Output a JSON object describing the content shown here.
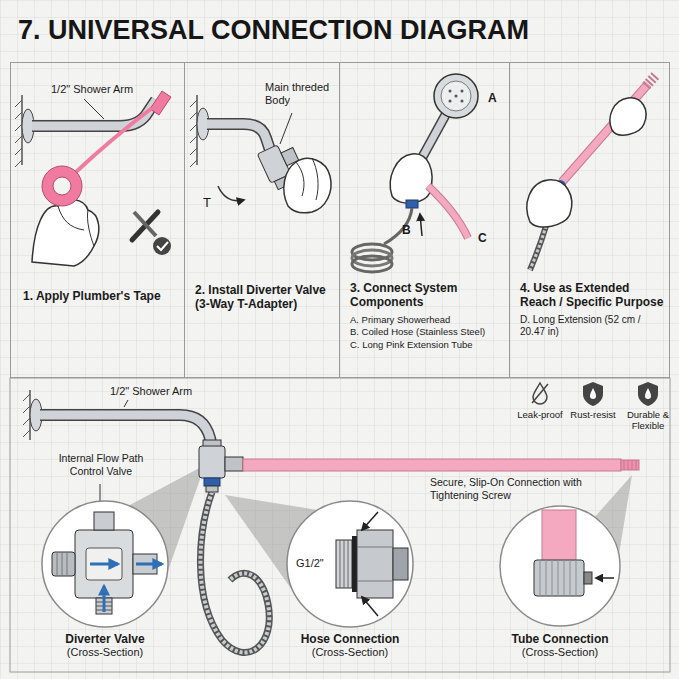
{
  "diagram": {
    "title": "7. UNIVERSAL CONNECTION DIAGRAM",
    "nodes": [
      {
        "text": [
          "1/2\" Shower Arm",
          "1. Apply Plumber's Tape"
        ]
      },
      {
        "text": [
          "Main threded Body",
          "T",
          "2. Install Diverter Valve (3-Way T-Adapter)"
        ]
      },
      {
        "text": [
          "A",
          "B",
          "C",
          "3. Connect System Components",
          "A. Primary Showerhead",
          "B. Coiled Hose (Stainless Steel)",
          "C. Long Pink Extension Tube"
        ]
      },
      {
        "text": [
          "4. Use as Extended Reach / Specific Purpose",
          "D. Long Extension (52 cm / 20.47 in)"
        ]
      },
      {
        "text": [
          "Diverter Valve",
          "(Cross-Section)"
        ]
      },
      {
        "text": [
          "G1/2\"",
          "Hose Connection",
          "(Cross-Section)"
        ]
      },
      {
        "text": [
          "Tube Connection",
          "(Cross-Section)"
        ]
      }
    ],
    "labels": [
      "1/2\" Shower Arm",
      "Internal Flow Path Control Valve",
      "Secure, Slip-On Connection with Tightening Screw",
      "Leak-proof",
      "Rust-resist",
      "Durable & Flexible"
    ]
  }
}
